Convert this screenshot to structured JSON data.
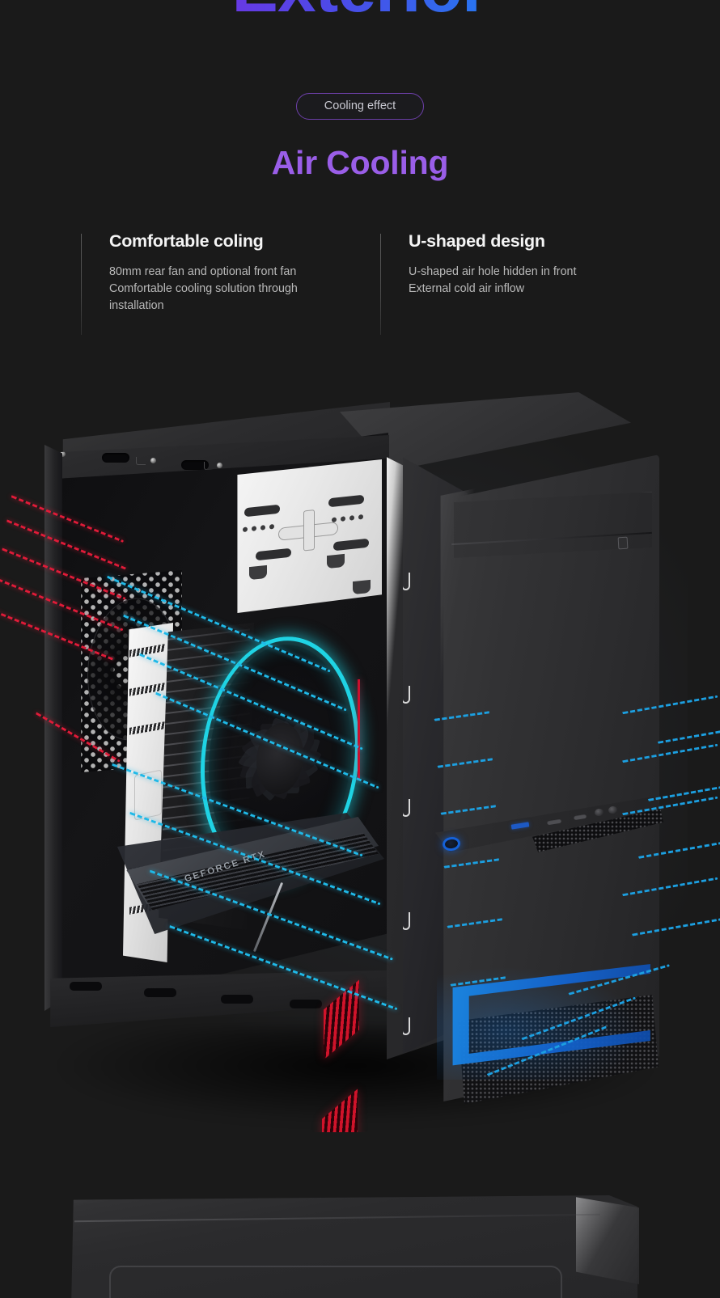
{
  "theme": {
    "background": "#1a1a1a",
    "accent_purple": "#9a5ee8",
    "accent_blue": "#1565d0",
    "rgb_cyan": "#1fd3e4",
    "flow_hot": "#e01b38",
    "flow_cold": "#1fb9e8",
    "heading_white": "#f4f4f4",
    "body_gray": "#b9b9b9"
  },
  "section_title": "Exterior",
  "badge": {
    "label": "Cooling effect"
  },
  "heading": "Air Cooling",
  "features": [
    {
      "title": "Comfortable coling",
      "lines": [
        "80mm rear fan and optional front fan",
        "Comfortable cooling solution through",
        "installation"
      ]
    },
    {
      "title": "U-shaped design",
      "lines": [
        "U-shaped air hole hidden in front",
        "External cold air inflow"
      ]
    }
  ],
  "product": {
    "name": "mid-tower-pc-case",
    "view": "three-quarter-open-side",
    "components": {
      "gpu_label": "GEFORCE RTX",
      "front_io": [
        "power-button",
        "usb3-port",
        "usb-port",
        "audio-jack",
        "audio-jack"
      ],
      "drive_cage": "5.25-inch-silver-drive-cage",
      "rear_fan": "80mm-rear-exhaust-fan",
      "rgb_fan": "cyan-rgb-ring-fan",
      "led_strip": "u-shaped-blue-led-front-bar"
    },
    "airflow": {
      "hot_exhaust_color": "#e01b38",
      "cold_intake_color": "#1fb9e8",
      "hot_arrow_count": 6,
      "cold_arrow_count": 13
    }
  }
}
